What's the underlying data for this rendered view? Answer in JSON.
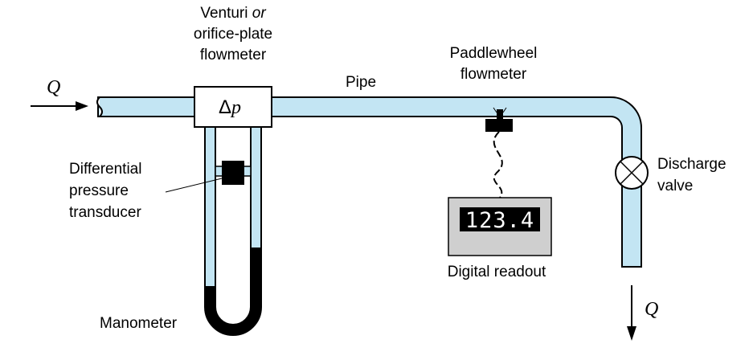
{
  "labels": {
    "venturi_line1": "Venturi",
    "venturi_or": "or",
    "venturi_line2": "orifice-plate",
    "venturi_line3": "flowmeter",
    "pipe": "Pipe",
    "paddle_line1": "Paddlewheel",
    "paddle_line2": "flowmeter",
    "diff_line1": "Differential",
    "diff_line2": "pressure",
    "diff_line3": "transducer",
    "discharge_line1": "Discharge",
    "discharge_line2": "valve",
    "digital_readout": "Digital readout",
    "manometer": "Manometer"
  },
  "symbols": {
    "flow_in": "Q",
    "flow_out": "Q",
    "delta": "Δ",
    "p": "p"
  },
  "readout": {
    "value": "123.4"
  },
  "colors": {
    "fluid": "#c3e5f3",
    "outline": "#000000",
    "display_bg": "#000000",
    "display_text": "#ffffff",
    "readout_housing": "#cfcfcf",
    "manometer_liquid": "#000000"
  }
}
